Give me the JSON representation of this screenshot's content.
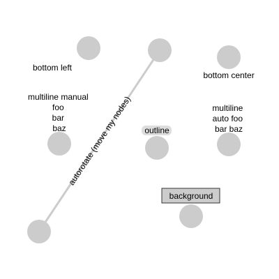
{
  "colors": {
    "node": "#cccccc",
    "edge": "#cccccc",
    "outline_bg": "#dddddd",
    "background_box_fill": "#cccccc",
    "background_box_border": "#333333"
  },
  "nodes": {
    "bottom_left": {
      "label": "bottom left"
    },
    "top_center": {
      "label": ""
    },
    "bottom_center": {
      "label": "bottom center"
    },
    "multiline_manual": {
      "lines": [
        "multiline manual",
        "foo",
        "bar",
        "baz"
      ]
    },
    "outline": {
      "label": "outline"
    },
    "multiline_auto": {
      "lines": [
        "multiline",
        "auto foo",
        "bar baz"
      ]
    },
    "background": {
      "label": "background"
    },
    "bottom_edge_end": {
      "label": ""
    }
  },
  "edge": {
    "label": "autorotate (move my nodes)"
  }
}
